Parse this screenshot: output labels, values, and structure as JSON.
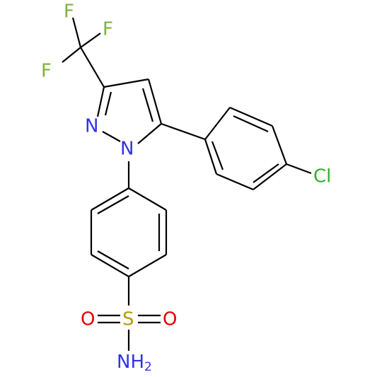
{
  "molecule": {
    "colors": {
      "bond": "#000000",
      "fluorine": "#7fb13b",
      "nitrogen": "#3232e6",
      "oxygen": "#e60000",
      "sulfur": "#b89a00",
      "chlorine": "#2fb02f"
    },
    "atoms": {
      "f1": "F",
      "f2": "F",
      "f3": "F",
      "n_ring_2": "N",
      "n_ring_1": "N",
      "cl": "Cl",
      "s": "S",
      "o_left": "O",
      "o_right": "O",
      "nh2_main": "NH",
      "nh2_sub": "2"
    }
  }
}
